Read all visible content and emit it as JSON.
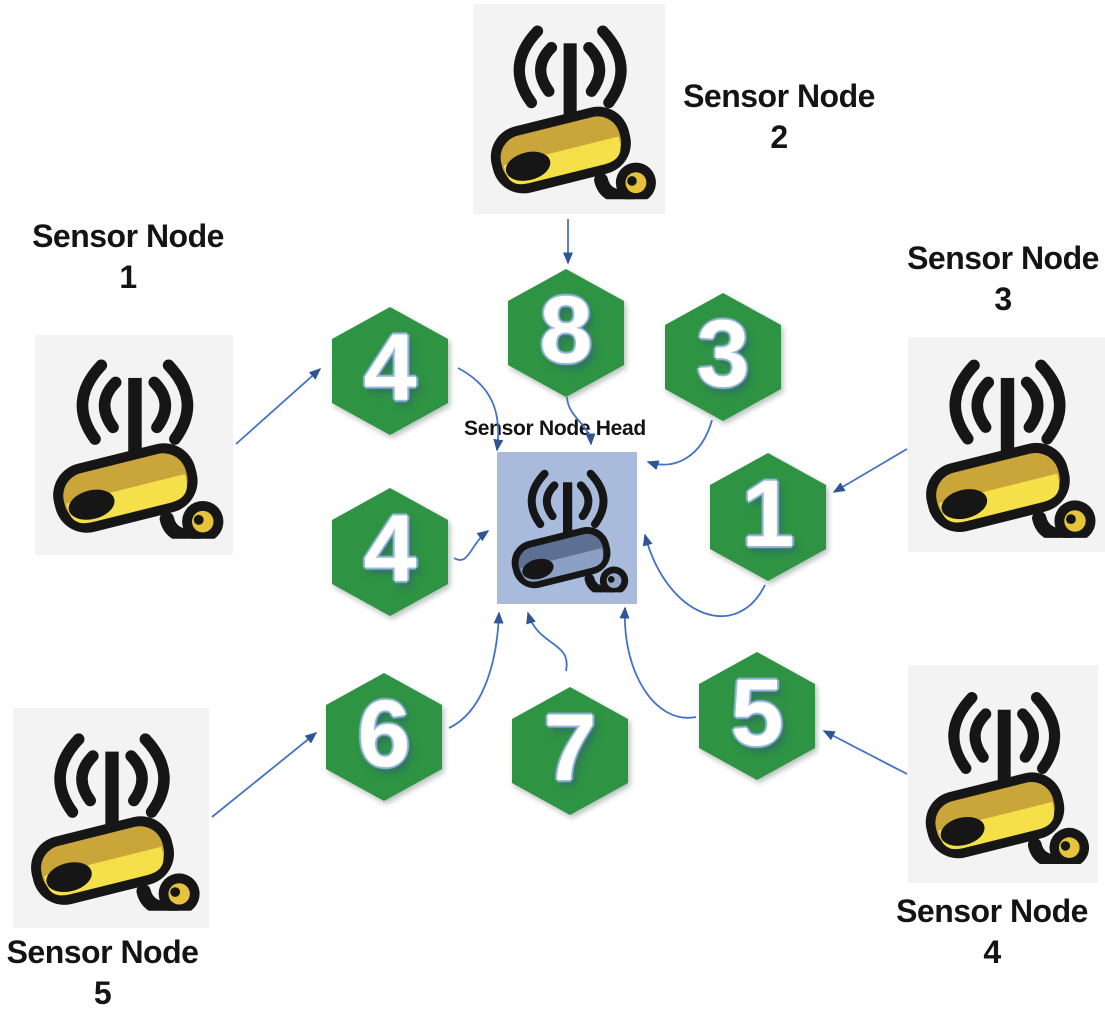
{
  "diagram": {
    "head": {
      "id": "head",
      "label": "Sensor Node Head",
      "icon": "wireless-camera-icon"
    },
    "sensors": [
      {
        "id": "sensor-node-1",
        "name": "Sensor Node",
        "number": "1",
        "icon": "wireless-camera-icon"
      },
      {
        "id": "sensor-node-2",
        "name": "Sensor Node",
        "number": "2",
        "icon": "wireless-camera-icon"
      },
      {
        "id": "sensor-node-3",
        "name": "Sensor Node",
        "number": "3",
        "icon": "wireless-camera-icon"
      },
      {
        "id": "sensor-node-4",
        "name": "Sensor Node",
        "number": "4",
        "icon": "wireless-camera-icon"
      },
      {
        "id": "sensor-node-5",
        "name": "Sensor Node",
        "number": "5",
        "icon": "wireless-camera-icon"
      }
    ],
    "hexagons": [
      {
        "id": "hex-4-upper",
        "value": "4"
      },
      {
        "id": "hex-8",
        "value": "8"
      },
      {
        "id": "hex-3",
        "value": "3"
      },
      {
        "id": "hex-1",
        "value": "1"
      },
      {
        "id": "hex-4-left",
        "value": "4"
      },
      {
        "id": "hex-6",
        "value": "6"
      },
      {
        "id": "hex-7",
        "value": "7"
      },
      {
        "id": "hex-5",
        "value": "5"
      }
    ],
    "edges": [
      {
        "from": "sensor-node-1",
        "to": "hex-4-upper"
      },
      {
        "from": "sensor-node-2",
        "to": "hex-8"
      },
      {
        "from": "sensor-node-3",
        "to": "hex-1"
      },
      {
        "from": "sensor-node-4",
        "to": "hex-5"
      },
      {
        "from": "sensor-node-5",
        "to": "hex-6"
      },
      {
        "from": "hex-4-upper",
        "to": "head"
      },
      {
        "from": "hex-8",
        "to": "head"
      },
      {
        "from": "hex-3",
        "to": "head"
      },
      {
        "from": "hex-4-left",
        "to": "head"
      },
      {
        "from": "hex-1",
        "to": "head"
      },
      {
        "from": "hex-6",
        "to": "head"
      },
      {
        "from": "hex-7",
        "to": "head"
      },
      {
        "from": "hex-5",
        "to": "head"
      }
    ],
    "colors": {
      "hexagon_green": "#2e9443",
      "arrow_blue": "#4472c4",
      "arrowhead_blue": "#2f5597",
      "head_background": "#a9bbdd",
      "sensor_background": "#f3f3f3",
      "camera_yellow_top": "#c9a53a",
      "camera_yellow_front": "#f5e049",
      "camera_yellow_wheel": "#e7c33c",
      "head_camera_top": "#5d6f93",
      "head_camera_front": "#8ba0c4",
      "head_camera_wheel": "#93a7c9",
      "label_color": "#141414",
      "number_color": "#ffffff"
    }
  }
}
